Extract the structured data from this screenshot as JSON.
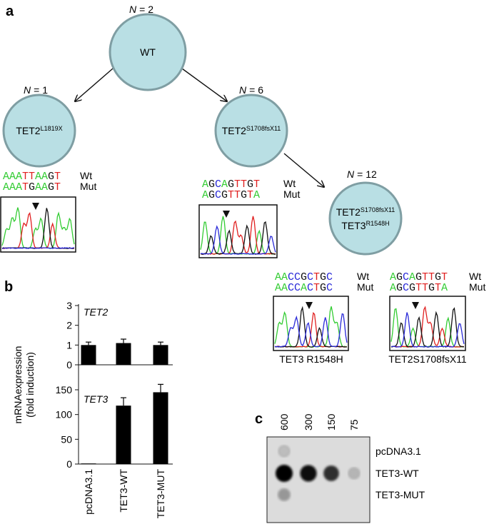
{
  "panels": {
    "a": "a",
    "b": "b",
    "c": "c"
  },
  "tree": {
    "nodes": [
      {
        "id": "wt",
        "n_prefix": "N",
        "n_value": "= 2",
        "lines": [
          {
            "main": "WT",
            "sup": ""
          }
        ]
      },
      {
        "id": "tet2-l1819x",
        "n_prefix": "N",
        "n_value": "= 1",
        "lines": [
          {
            "main": "TET2",
            "sup": "L1819X"
          }
        ]
      },
      {
        "id": "tet2-s1708",
        "n_prefix": "N",
        "n_value": "= 6",
        "lines": [
          {
            "main": "TET2",
            "sup": "S1708fsX11"
          }
        ]
      },
      {
        "id": "double",
        "n_prefix": "N",
        "n_value": "= 12",
        "lines": [
          {
            "main": "TET2",
            "sup": "S1708fsX11"
          },
          {
            "main": "TET3",
            "sup": "R1548H"
          }
        ]
      }
    ],
    "node_fill": "#b9dfe4",
    "node_stroke": "#7f9ea3"
  },
  "sequences": [
    {
      "id": "seq1",
      "wt_label": "Wt",
      "mut_label": "Mut",
      "wt": "AAATTAAGT",
      "mut": "AAATGAAGT",
      "caption": ""
    },
    {
      "id": "seq2",
      "wt_label": "Wt",
      "mut_label": "Mut",
      "wt": "AGCAGTTGT",
      "mut": "AGCGTTGTA",
      "caption": ""
    },
    {
      "id": "seq3",
      "wt_label": "Wt",
      "mut_label": "Mut",
      "wt": "AACCGCTGC",
      "mut": "AACCACTGC",
      "caption": "TET3 R1548H"
    },
    {
      "id": "seq4",
      "wt_label": "Wt",
      "mut_label": "Mut",
      "wt": "AGCAGTTGT",
      "mut": "AGCGTTGTA",
      "caption": "TET2S1708fsX11"
    }
  ],
  "base_colors": {
    "A": "#33cc33",
    "T": "#e02020",
    "G": "#111111",
    "C": "#2a2ad8"
  },
  "chart_data": {
    "type": "bar",
    "categories": [
      "pcDNA3.1",
      "TET3-WT",
      "TET3-MUT"
    ],
    "ylabel_line1": "mRNAexpression",
    "ylabel_line2": "(fold induction)",
    "series": [
      {
        "name": "TET2",
        "values": [
          1.0,
          1.1,
          1.0
        ],
        "errors": [
          0.15,
          0.2,
          0.15
        ],
        "ylim": [
          0,
          3
        ],
        "yticks": [
          0,
          1,
          2,
          3
        ]
      },
      {
        "name": "TET3",
        "values": [
          0.5,
          118,
          145
        ],
        "errors": [
          0,
          16,
          16
        ],
        "ylim": [
          0,
          150
        ],
        "yticks": [
          0,
          50,
          100,
          150
        ]
      }
    ]
  },
  "dot_blot": {
    "columns": [
      "600",
      "300",
      "150",
      "75"
    ],
    "rows": [
      "pcDNA3.1",
      "TET3-WT",
      "TET3-MUT"
    ],
    "intensity": [
      [
        0.12,
        0.0,
        0.0,
        0.0
      ],
      [
        1.0,
        0.92,
        0.78,
        0.16
      ],
      [
        0.3,
        0.0,
        0.0,
        0.0
      ]
    ]
  }
}
